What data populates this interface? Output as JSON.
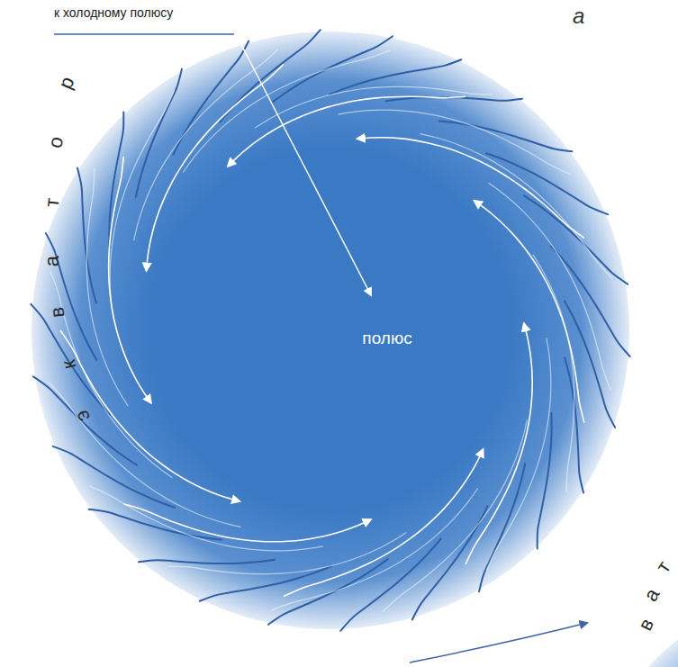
{
  "diagram": {
    "labels": [
      "к холодному полюсу",
      "а",
      "экватор",
      "полюс",
      "ват"
    ]
  }
}
